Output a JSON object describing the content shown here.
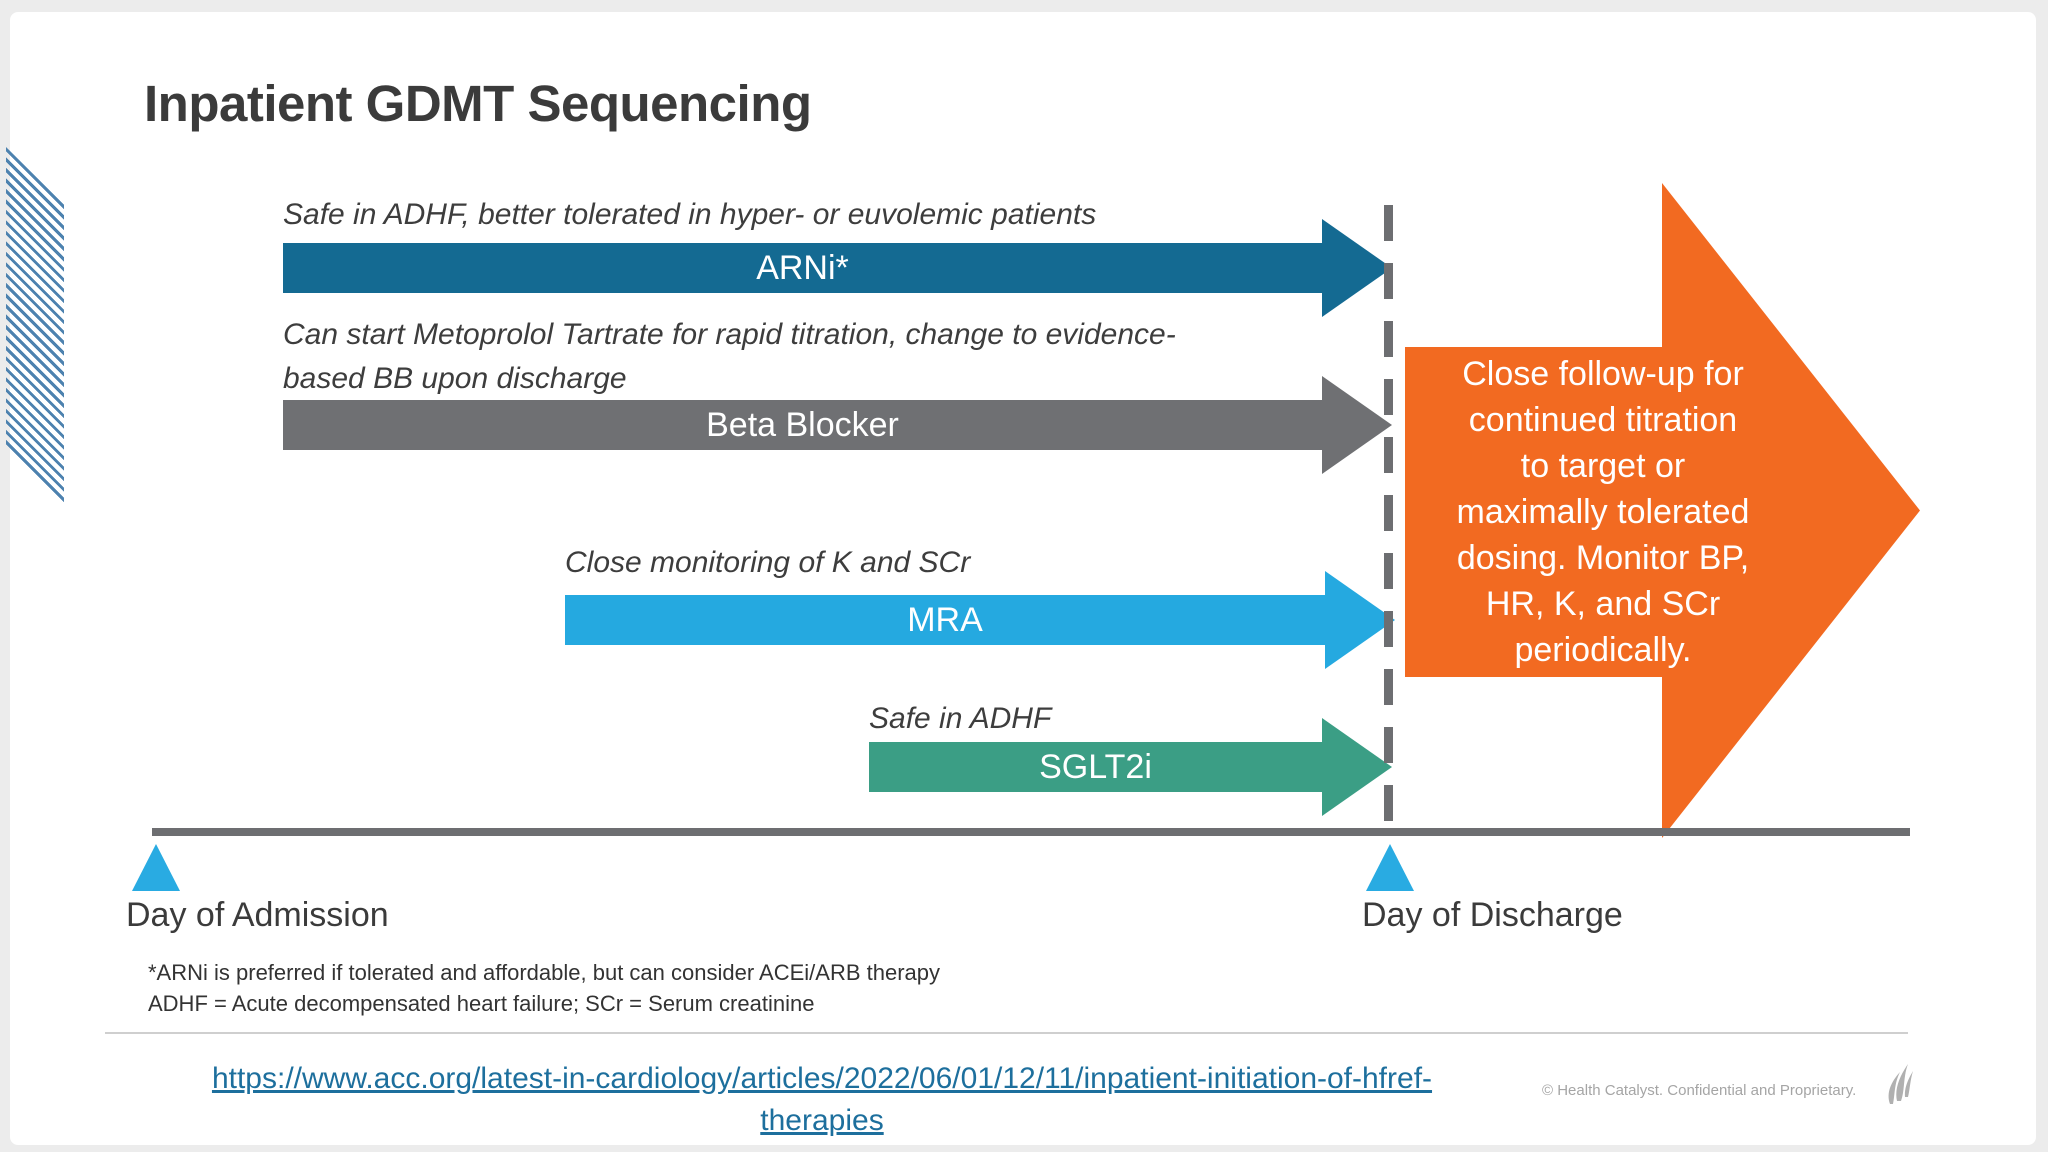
{
  "slide": {
    "title": "Inpatient GDMT Sequencing"
  },
  "therapies": [
    {
      "id": "arni",
      "note": "Safe in ADHF, better tolerated in hyper- or euvolemic patients",
      "label": "ARNi*",
      "color": "#146a92"
    },
    {
      "id": "beta-blocker",
      "note_line1": "Can start Metoprolol Tartrate for rapid titration, change to evidence-",
      "note_line2": "based BB upon discharge",
      "label": "Beta Blocker",
      "color": "#6f7073"
    },
    {
      "id": "mra",
      "note": "Close monitoring of K and SCr",
      "label": "MRA",
      "color": "#25a9e0"
    },
    {
      "id": "sglt2i",
      "note": "Safe in ADHF",
      "label": "SGLT2i",
      "color": "#3b9e85"
    }
  ],
  "followup": {
    "color": "#f26a21",
    "lines": [
      "Close follow-up for",
      "continued titration",
      "to target or",
      "maximally tolerated",
      "dosing. Monitor BP,",
      "HR, K, and SCr",
      "periodically."
    ]
  },
  "timeline": {
    "start_label": "Day of Admission",
    "end_label": "Day of Discharge",
    "marker_color": "#29abe2",
    "line_color": "#6d6e71"
  },
  "footnotes": {
    "line1": "*ARNi is preferred if tolerated and affordable, but can consider ACEi/ARB therapy",
    "line2": "ADHF = Acute decompensated heart failure; SCr = Serum creatinine"
  },
  "footer": {
    "link_line1": "https://www.acc.org/latest-in-cardiology/articles/2022/06/01/12/11/inpatient-initiation-of-hfref-",
    "link_line2": "therapies",
    "copyright": "© Health Catalyst. Confidential and Proprietary.",
    "link_color": "#1d6f9d"
  }
}
